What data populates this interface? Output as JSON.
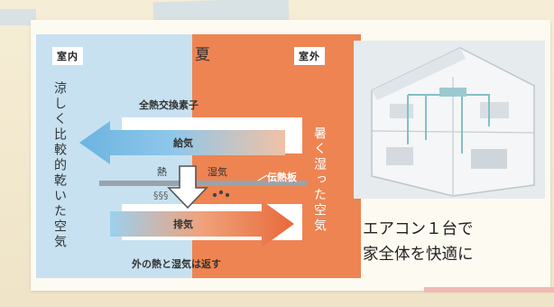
{
  "labels": {
    "indoor": "室内",
    "season": "夏",
    "outdoor": "室外",
    "left_vertical": "涼しく比較的乾いた空気",
    "element": "全熱交換素子",
    "supply": "給気",
    "heat": "熱",
    "humidity": "湿気",
    "plate": "伝熱板",
    "exhaust": "排気",
    "return_note": "外の熱と湿気は返す",
    "right_vertical": "暑く湿った空気"
  },
  "caption": {
    "line1": "エアコン１台で",
    "line2": "家全体を快適に"
  },
  "colors": {
    "indoor_blue": "#c7e1f1",
    "outdoor_orange": "#ee8452",
    "arrow_blue": "#6bb4e0",
    "arrow_orange": "#e8693a"
  }
}
